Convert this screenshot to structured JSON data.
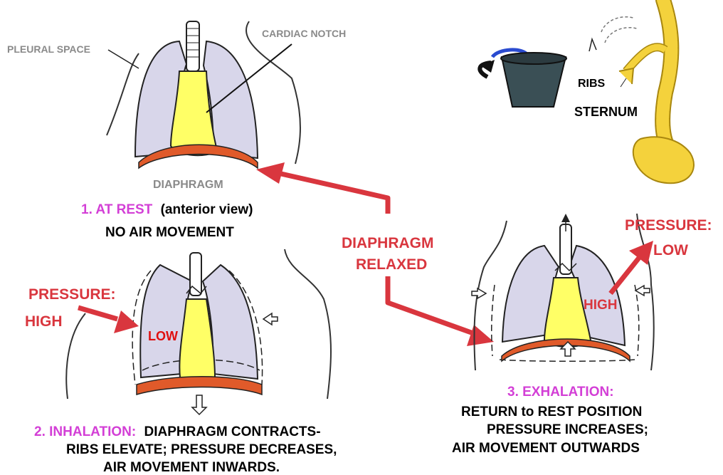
{
  "colors": {
    "arrow": "#d9363e",
    "highlight": "#d33fd6",
    "lung": "#d8d6ea",
    "airway": "#ffff66",
    "diaphragm": "#e05a2a",
    "bone": "#f4d23c",
    "bucket": "#3a4f55"
  },
  "labels": {
    "pleural_space": "PLEURAL SPACE",
    "cardiac_notch": "CARDIAC NOTCH",
    "diaphragm": "DIAPHRAGM",
    "ribs": "RIBS",
    "sternum": "STERNUM",
    "diaphragm_relaxed_1": "DIAPHRAGM",
    "diaphragm_relaxed_2": "RELAXED"
  },
  "rest": {
    "number_title": "1. AT REST",
    "view": "(anterior view)",
    "subtitle": "NO AIR MOVEMENT"
  },
  "inhalation": {
    "pressure_label": "PRESSURE:",
    "pressure_value": "HIGH",
    "inner_label": "LOW",
    "number_title": "2. INHALATION:",
    "line1": "DIAPHRAGM CONTRACTS-",
    "line2": "RIBS ELEVATE; PRESSURE DECREASES,",
    "line3": "AIR MOVEMENT INWARDS."
  },
  "exhalation": {
    "pressure_label": "PRESSURE:",
    "pressure_value": "LOW",
    "inner_label": "HIGH",
    "number_title": "3. EXHALATION:",
    "line1": "RETURN to REST POSITION",
    "line2": "PRESSURE INCREASES;",
    "line3": "AIR MOVEMENT OUTWARDS"
  }
}
